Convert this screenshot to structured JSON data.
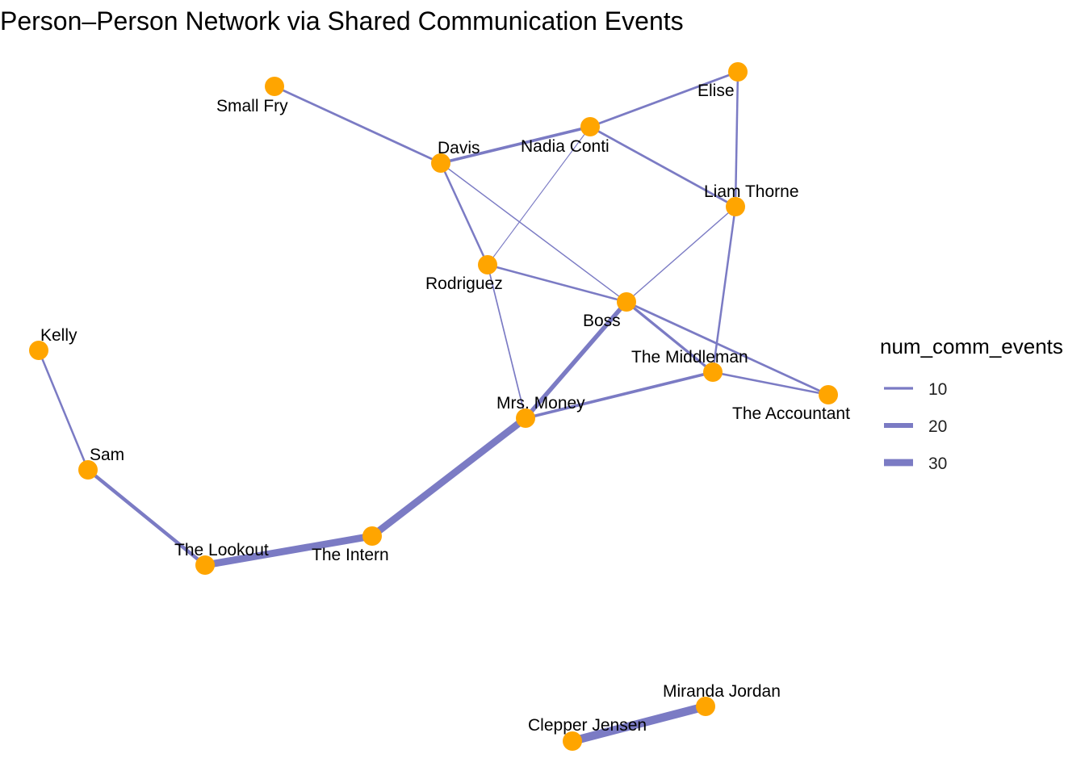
{
  "title": "Person–Person Network via Shared Communication Events",
  "colors": {
    "node": "#FFA500",
    "edge": "#7B7BC4"
  },
  "nodes": [
    "Small Fry",
    "Elise",
    "Nadia Conti",
    "Davis",
    "Liam Thorne",
    "Rodriguez",
    "Boss",
    "Kelly",
    "The Middleman",
    "The Accountant",
    "Mrs. Money",
    "Sam",
    "The Intern",
    "The Lookout",
    "Miranda Jordan",
    "Clepper Jensen"
  ],
  "edges": [
    {
      "source": "Small Fry",
      "target": "Davis",
      "num_comm_events": 8
    },
    {
      "source": "Davis",
      "target": "Nadia Conti",
      "num_comm_events": 11
    },
    {
      "source": "Nadia Conti",
      "target": "Elise",
      "num_comm_events": 8
    },
    {
      "source": "Elise",
      "target": "Liam Thorne",
      "num_comm_events": 7
    },
    {
      "source": "Nadia Conti",
      "target": "Liam Thorne",
      "num_comm_events": 8
    },
    {
      "source": "Nadia Conti",
      "target": "Rodriguez",
      "num_comm_events": 2
    },
    {
      "source": "Davis",
      "target": "Rodriguez",
      "num_comm_events": 7
    },
    {
      "source": "Davis",
      "target": "Boss",
      "num_comm_events": 3
    },
    {
      "source": "Rodriguez",
      "target": "Boss",
      "num_comm_events": 7
    },
    {
      "source": "Rodriguez",
      "target": "Mrs. Money",
      "num_comm_events": 4
    },
    {
      "source": "Liam Thorne",
      "target": "Boss",
      "num_comm_events": 3
    },
    {
      "source": "Liam Thorne",
      "target": "The Middleman",
      "num_comm_events": 7
    },
    {
      "source": "Boss",
      "target": "The Middleman",
      "num_comm_events": 10
    },
    {
      "source": "Boss",
      "target": "The Accountant",
      "num_comm_events": 8
    },
    {
      "source": "The Middleman",
      "target": "The Accountant",
      "num_comm_events": 7
    },
    {
      "source": "Boss",
      "target": "Mrs. Money",
      "num_comm_events": 18
    },
    {
      "source": "Mrs. Money",
      "target": "The Middleman",
      "num_comm_events": 11
    },
    {
      "source": "Mrs. Money",
      "target": "The Intern",
      "num_comm_events": 30
    },
    {
      "source": "The Intern",
      "target": "The Lookout",
      "num_comm_events": 30
    },
    {
      "source": "The Lookout",
      "target": "Sam",
      "num_comm_events": 14
    },
    {
      "source": "Sam",
      "target": "Kelly",
      "num_comm_events": 7
    },
    {
      "source": "Clepper Jensen",
      "target": "Miranda Jordan",
      "num_comm_events": 36
    }
  ],
  "legend": {
    "title": "num_comm_events",
    "items": [
      {
        "label": "10",
        "value": 10
      },
      {
        "label": "20",
        "value": 20
      },
      {
        "label": "30",
        "value": 30
      }
    ]
  }
}
